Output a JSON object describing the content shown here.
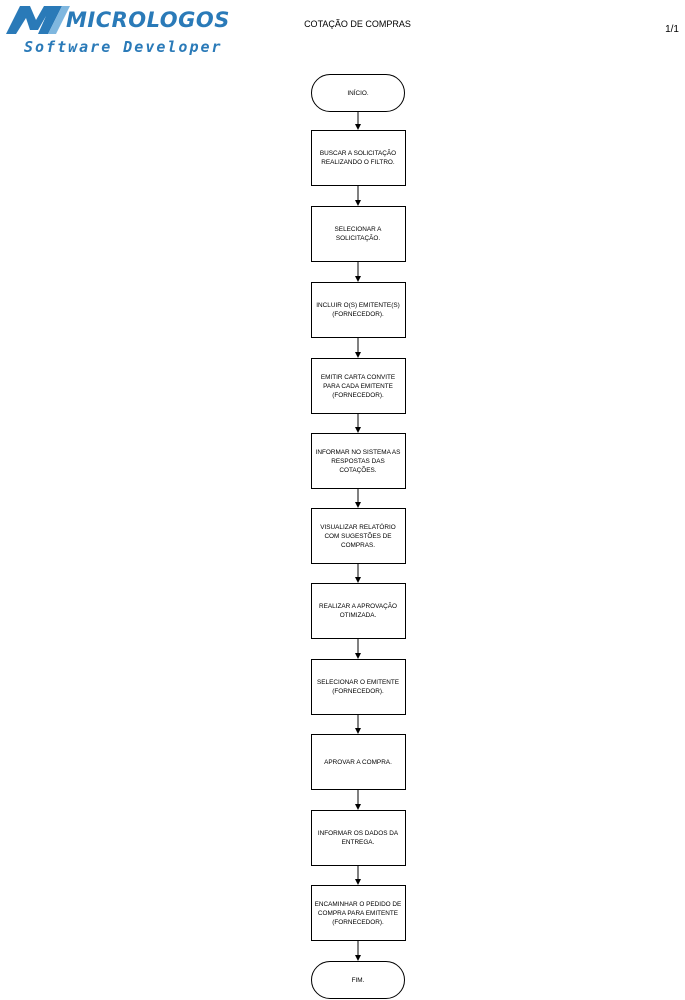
{
  "header": {
    "logo_word": "MICROLOGOS",
    "logo_tagline": "Software Developer",
    "title": "COTAÇÃO DE COMPRAS",
    "page": "1/1"
  },
  "colors": {
    "brand": "#2a7ab8",
    "line": "#000000"
  },
  "flowchart": {
    "nodes": [
      {
        "id": "start",
        "type": "terminal",
        "text": "INÍCIO."
      },
      {
        "id": "buscar",
        "type": "process",
        "text": "BUSCAR A SOLICITAÇÃO REALIZANDO O FILTRO."
      },
      {
        "id": "selecionar-solicitacao",
        "type": "process",
        "text": "SELECIONAR A SOLICITAÇÃO."
      },
      {
        "id": "incluir-emitentes",
        "type": "process",
        "text": "INCLUIR O(S) EMITENTE(S) (FORNECEDOR)."
      },
      {
        "id": "emitir-carta",
        "type": "process",
        "text": "EMITIR CARTA CONVITE PARA CADA EMITENTE (FORNECEDOR)."
      },
      {
        "id": "informar-respostas",
        "type": "process",
        "text": "INFORMAR NO SISTEMA AS RESPOSTAS DAS COTAÇÕES."
      },
      {
        "id": "visualizar-relatorio",
        "type": "process",
        "text": "VISUALIZAR RELATÓRIO COM SUGESTÕES DE COMPRAS."
      },
      {
        "id": "aprovacao-otimizada",
        "type": "process",
        "text": "REALIZAR A APROVAÇÃO OTIMIZADA."
      },
      {
        "id": "selecionar-emitente",
        "type": "process",
        "text": "SELECIONAR O EMITENTE (FORNECEDOR)."
      },
      {
        "id": "aprovar-compra",
        "type": "process",
        "text": "APROVAR A COMPRA."
      },
      {
        "id": "informar-entrega",
        "type": "process",
        "text": "INFORMAR OS DADOS DA ENTREGA."
      },
      {
        "id": "encaminhar-pedido",
        "type": "process",
        "text": "ENCAMINHAR O PEDIDO DE COMPRA PARA EMITENTE (FORNECEDOR)."
      },
      {
        "id": "end",
        "type": "terminal",
        "text": "FIM."
      }
    ]
  }
}
